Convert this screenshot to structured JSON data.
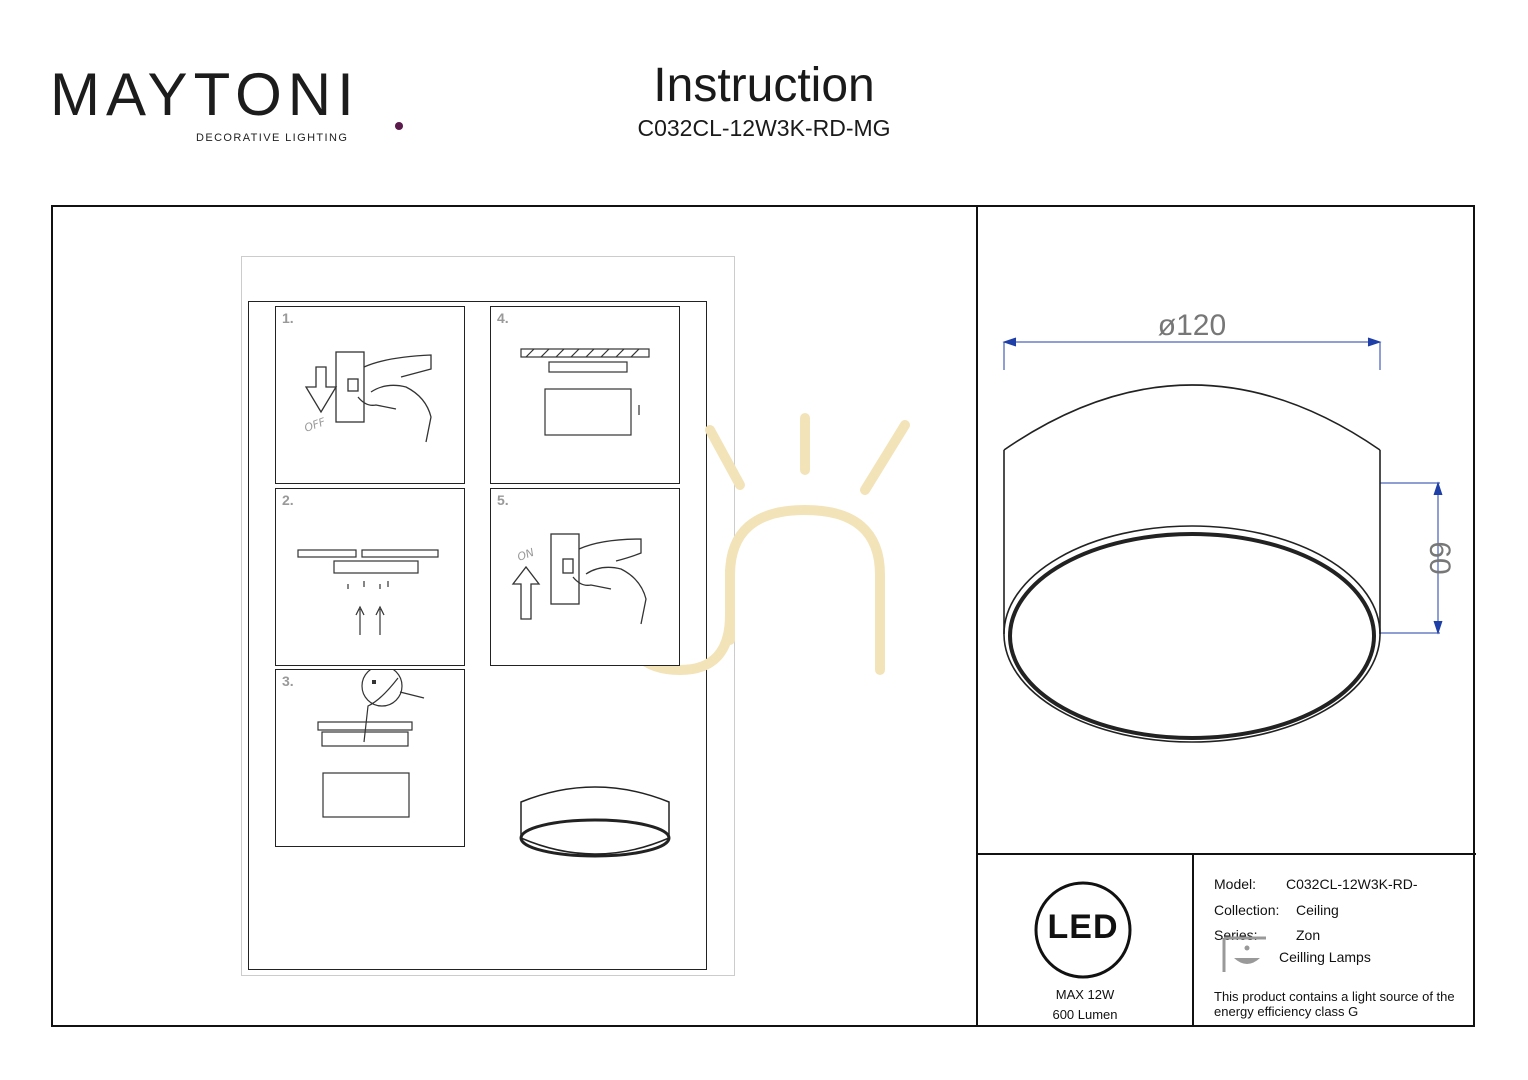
{
  "brand": {
    "name": "MAYTONI",
    "tagline": "DECORATIVE LIGHTING",
    "dot_color": "#5a1a4a"
  },
  "header": {
    "title": "Instruction",
    "model_code": "C032CL-12W3K-RD-MG"
  },
  "steps": [
    {
      "label": "1.",
      "switch_label": "OFF"
    },
    {
      "label": "2."
    },
    {
      "label": "3."
    },
    {
      "label": "4."
    },
    {
      "label": "5.",
      "switch_label": "ON"
    }
  ],
  "dimensions": {
    "diameter": "ø120",
    "height": "60"
  },
  "energy": {
    "badge": "LED",
    "max_power": "MAX 12W",
    "lumen": "600 Lumen"
  },
  "specs": {
    "model_label": "Model:",
    "model_value": "C032CL-12W3K-RD-",
    "collection_label": "Collection:",
    "collection_value": "Ceiling",
    "series_label": "Series:",
    "series_value": "Zon",
    "type_value": "Ceilling Lamps",
    "note": "This product contains a light source of the energy efficiency class G"
  },
  "colors": {
    "dimension_line": "#1f3fa8",
    "watermark": "#f3e3b8"
  }
}
